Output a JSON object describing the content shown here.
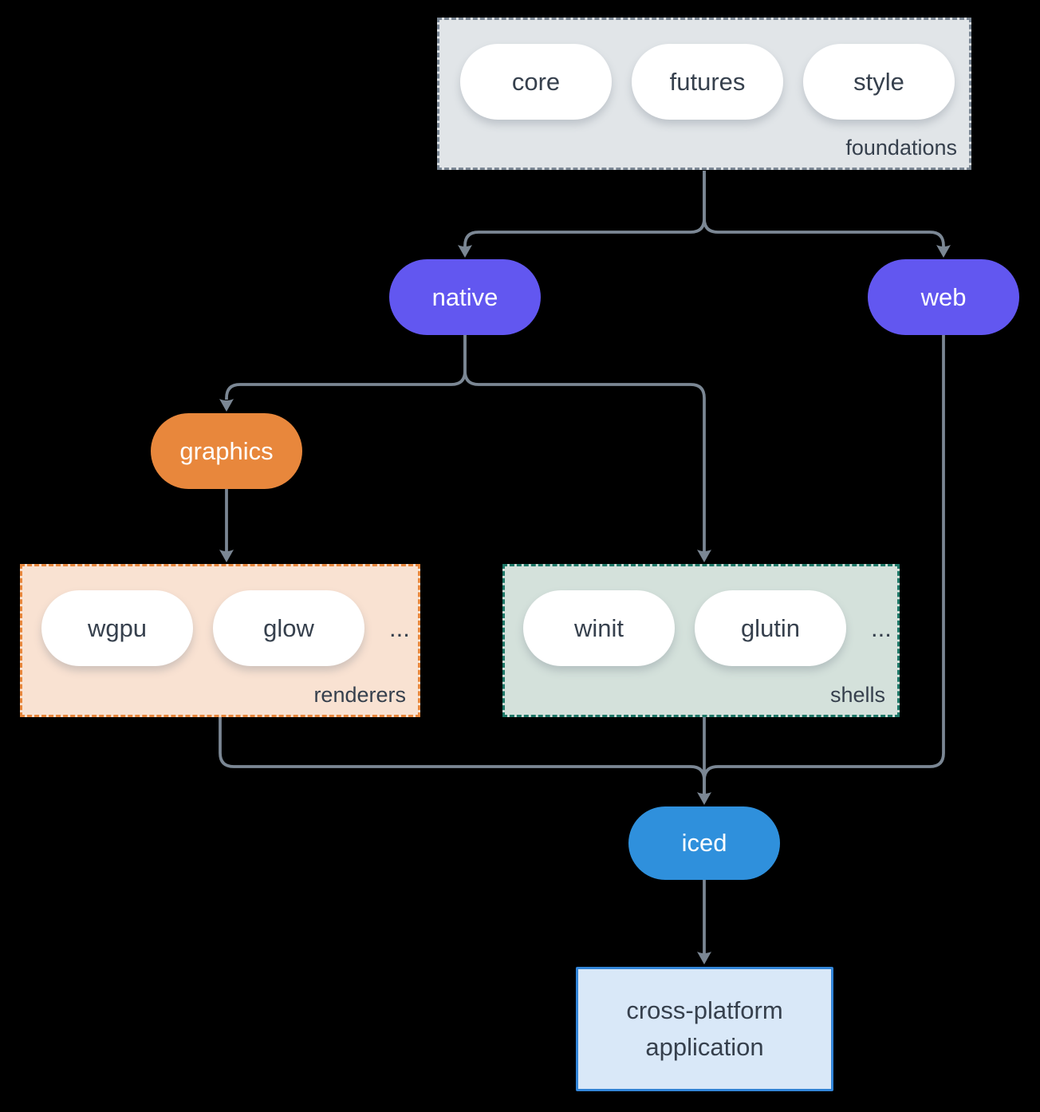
{
  "colors": {
    "background": "#000000",
    "connector": "#7b8794",
    "purple": "#6257f0",
    "orange": "#e8873c",
    "blue": "#2f90dc",
    "foundations_fill": "#e1e5e8",
    "renderers_fill": "#f9e2d2",
    "renderers_border": "#e8873c",
    "shells_fill": "#d4e1db",
    "shells_border": "#1e7868",
    "app_fill": "#d9e8f8",
    "app_border": "#3285d8",
    "dark_text": "#36404d"
  },
  "foundations": {
    "label": "foundations",
    "pills": [
      "core",
      "futures",
      "style"
    ]
  },
  "native": {
    "label": "native"
  },
  "web": {
    "label": "web"
  },
  "graphics": {
    "label": "graphics"
  },
  "renderers": {
    "label": "renderers",
    "pills": [
      "wgpu",
      "glow"
    ],
    "more": "..."
  },
  "shells": {
    "label": "shells",
    "pills": [
      "winit",
      "glutin"
    ],
    "more": "..."
  },
  "iced": {
    "label": "iced"
  },
  "app": {
    "lines": [
      "cross-platform",
      "application"
    ]
  }
}
